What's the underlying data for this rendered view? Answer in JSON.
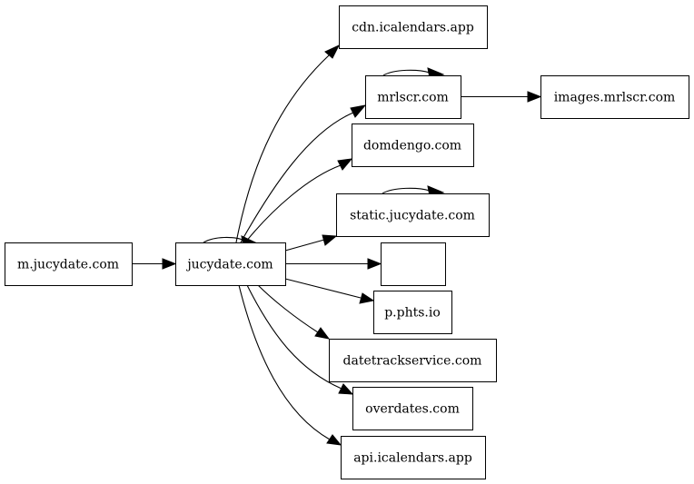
{
  "diagram": {
    "type": "directed-graph",
    "colors": {
      "stroke": "#000000",
      "fill": "#ffffff",
      "text": "#000000"
    },
    "nodes": [
      {
        "id": "m_jucydate",
        "label": "m.jucydate.com"
      },
      {
        "id": "jucydate",
        "label": "jucydate.com"
      },
      {
        "id": "cdn_icalendars",
        "label": "cdn.icalendars.app"
      },
      {
        "id": "mrlscr",
        "label": "mrlscr.com"
      },
      {
        "id": "images_mrlscr",
        "label": "images.mrlscr.com"
      },
      {
        "id": "domdengo",
        "label": "domdengo.com"
      },
      {
        "id": "static_jucydate",
        "label": "static.jucydate.com"
      },
      {
        "id": "blank",
        "label": ""
      },
      {
        "id": "p_phts",
        "label": "p.phts.io"
      },
      {
        "id": "datetrackservice",
        "label": "datetrackservice.com"
      },
      {
        "id": "overdates",
        "label": "overdates.com"
      },
      {
        "id": "api_icalendars",
        "label": "api.icalendars.app"
      }
    ],
    "edges": [
      {
        "from": "m_jucydate",
        "to": "jucydate"
      },
      {
        "from": "jucydate",
        "to": "jucydate"
      },
      {
        "from": "jucydate",
        "to": "cdn_icalendars"
      },
      {
        "from": "jucydate",
        "to": "mrlscr"
      },
      {
        "from": "jucydate",
        "to": "domdengo"
      },
      {
        "from": "jucydate",
        "to": "static_jucydate"
      },
      {
        "from": "jucydate",
        "to": "blank"
      },
      {
        "from": "jucydate",
        "to": "p_phts"
      },
      {
        "from": "jucydate",
        "to": "datetrackservice"
      },
      {
        "from": "jucydate",
        "to": "overdates"
      },
      {
        "from": "jucydate",
        "to": "api_icalendars"
      },
      {
        "from": "mrlscr",
        "to": "mrlscr"
      },
      {
        "from": "mrlscr",
        "to": "images_mrlscr"
      },
      {
        "from": "static_jucydate",
        "to": "static_jucydate"
      }
    ]
  }
}
